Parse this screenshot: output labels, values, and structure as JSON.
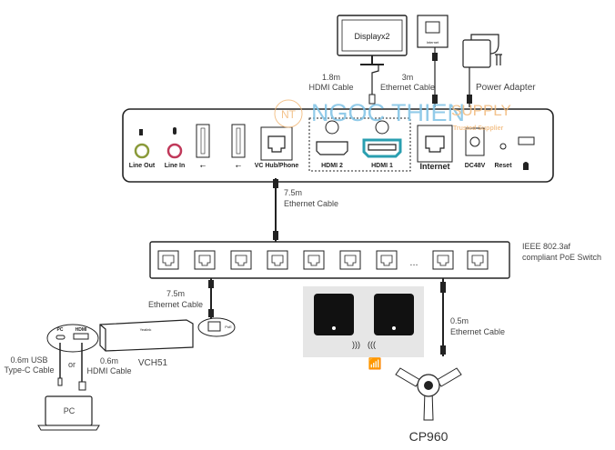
{
  "display": {
    "label": "Displayx2"
  },
  "internet_jack": {
    "label": "Internet"
  },
  "cables": {
    "hdmi_top": [
      "1.8m",
      "HDMI Cable"
    ],
    "eth_top": [
      "3m",
      "Ethernet Cable"
    ],
    "power": "Power Adapter",
    "eth_hub": [
      "7.5m",
      "Ethernet Cable"
    ],
    "eth_vch": [
      "7.5m",
      "Ethernet Cable"
    ],
    "eth_cp": [
      "0.5m",
      "Ethernet Cable"
    ],
    "usbc": [
      "0.6m USB",
      "Type-C Cable"
    ],
    "or": "or",
    "hdmi_pc": [
      "0.6m",
      "HDMI Cable"
    ]
  },
  "device_ports": {
    "line_out": "Line Out",
    "line_in": "Line In",
    "vc_hub": "VC Hub/Phone",
    "hdmi2": "HDMI 2",
    "hdmi1": "HDMI 1",
    "internet": "Internet",
    "dc": "DC48V",
    "reset": "Reset"
  },
  "switch": {
    "label": [
      "IEEE 802.3af",
      "compliant PoE Switch"
    ],
    "ellipsis": "..."
  },
  "vch51": {
    "label": "VCH51",
    "port_pc": "PC",
    "port_hdmi": "HDMI",
    "port_poe": "PoE",
    "brand": "Yealink"
  },
  "pc": {
    "label": "PC"
  },
  "cp960": {
    "label": "CP960"
  },
  "watermark": {
    "logo": "NT",
    "name": "NGOC THIEN",
    "supply": "SUPPLY",
    "tagline": "Trusted Supplier"
  },
  "colors": {
    "hdmi1": "#2a9fb0",
    "line_out": "#8a9a3a",
    "line_in": "#c0395a",
    "watermark_blue": "#7fc3e6",
    "watermark_orange": "#f2b97a",
    "panel": "#e6e6e6"
  }
}
